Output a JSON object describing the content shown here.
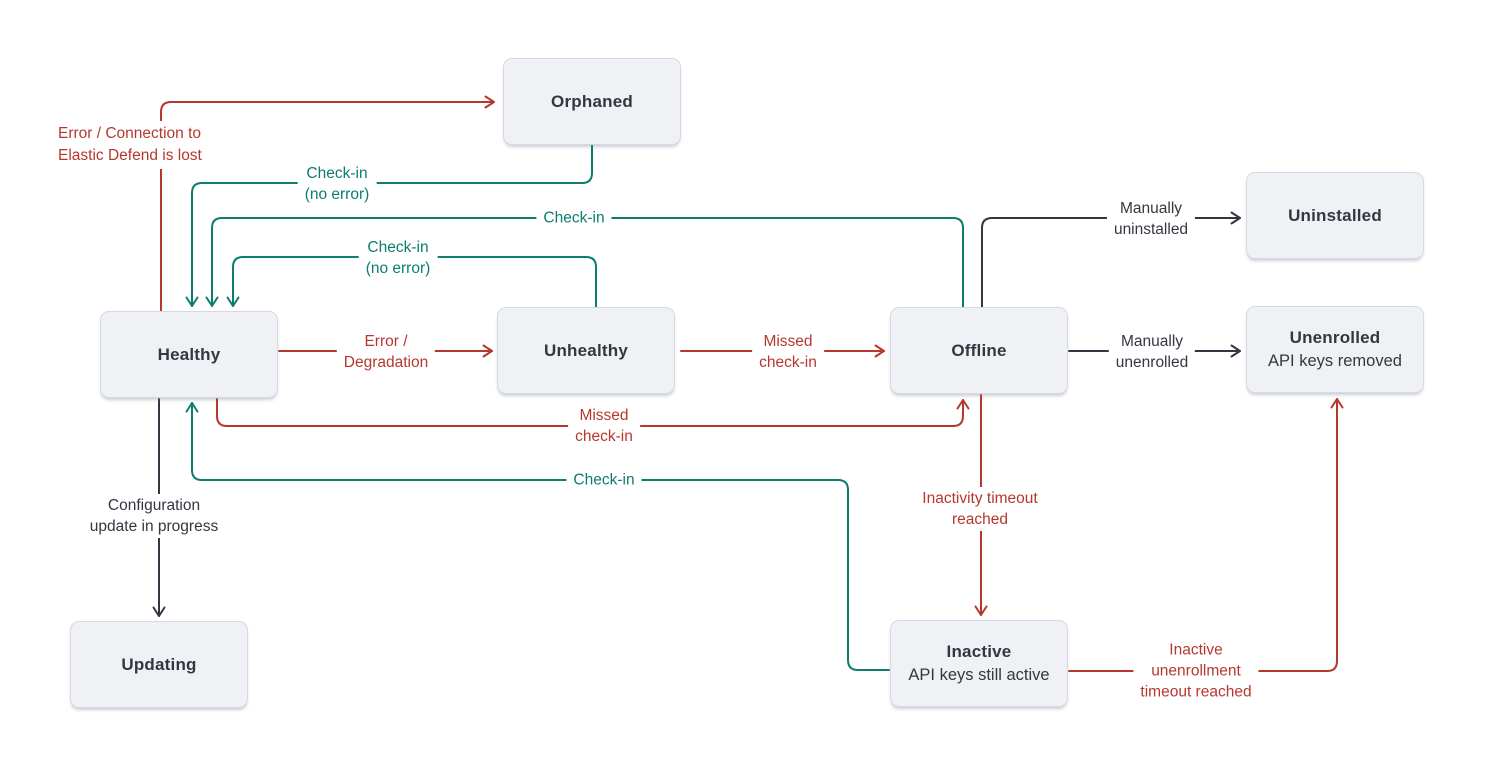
{
  "diagram": {
    "description": "Elastic Agent status state diagram",
    "colors": {
      "red": "#b5382e",
      "teal": "#0d7d6e",
      "dark": "#343741",
      "node_fill": "#f0f1f4",
      "node_border": "#d3dae6",
      "background": "#ffffff"
    },
    "nodes": {
      "orphaned": {
        "title": "Orphaned"
      },
      "healthy": {
        "title": "Healthy"
      },
      "unhealthy": {
        "title": "Unhealthy"
      },
      "offline": {
        "title": "Offline"
      },
      "uninstalled": {
        "title": "Uninstalled"
      },
      "unenrolled": {
        "title": "Unenrolled",
        "subtitle": "API keys removed"
      },
      "updating": {
        "title": "Updating"
      },
      "inactive": {
        "title": "Inactive",
        "subtitle": "API keys still active"
      }
    },
    "edges": {
      "healthy_to_orphaned": {
        "from": "Healthy",
        "to": "Orphaned",
        "color": "red",
        "label_lines": [
          "Error / Connection to",
          "Elastic Defend is lost"
        ]
      },
      "orphaned_to_healthy": {
        "from": "Orphaned",
        "to": "Healthy",
        "color": "teal",
        "label_lines": [
          "Check-in",
          "(no error)"
        ]
      },
      "offline_to_healthy": {
        "from": "Offline",
        "to": "Healthy",
        "color": "teal",
        "label_lines": [
          "Check-in"
        ]
      },
      "unhealthy_to_healthy": {
        "from": "Unhealthy",
        "to": "Healthy",
        "color": "teal",
        "label_lines": [
          "Check-in",
          "(no error)"
        ]
      },
      "healthy_to_unhealthy": {
        "from": "Healthy",
        "to": "Unhealthy",
        "color": "red",
        "label_lines": [
          "Error /",
          "Degradation"
        ]
      },
      "unhealthy_to_offline": {
        "from": "Unhealthy",
        "to": "Offline",
        "color": "red",
        "label_lines": [
          "Missed",
          "check-in"
        ]
      },
      "offline_to_uninstalled": {
        "from": "Offline",
        "to": "Uninstalled",
        "color": "dark",
        "label_lines": [
          "Manually",
          "uninstalled"
        ]
      },
      "offline_to_unenrolled": {
        "from": "Offline",
        "to": "Unenrolled",
        "color": "dark",
        "label_lines": [
          "Manually",
          "unenrolled"
        ]
      },
      "healthy_to_offline": {
        "from": "Healthy",
        "to": "Offline",
        "color": "red",
        "label_lines": [
          "Missed",
          "check-in"
        ]
      },
      "inactive_to_healthy": {
        "from": "Inactive",
        "to": "Healthy",
        "color": "teal",
        "label_lines": [
          "Check-in"
        ]
      },
      "offline_to_inactive": {
        "from": "Offline",
        "to": "Inactive",
        "color": "red",
        "label_lines": [
          "Inactivity timeout",
          "reached"
        ]
      },
      "inactive_to_unenrolled": {
        "from": "Inactive",
        "to": "Unenrolled",
        "color": "red",
        "label_lines": [
          "Inactive",
          "unenrollment",
          "timeout reached"
        ]
      },
      "healthy_to_updating": {
        "from": "Healthy",
        "to": "Updating",
        "color": "dark",
        "label_lines": [
          "Configuration",
          "update in progress"
        ]
      }
    }
  }
}
